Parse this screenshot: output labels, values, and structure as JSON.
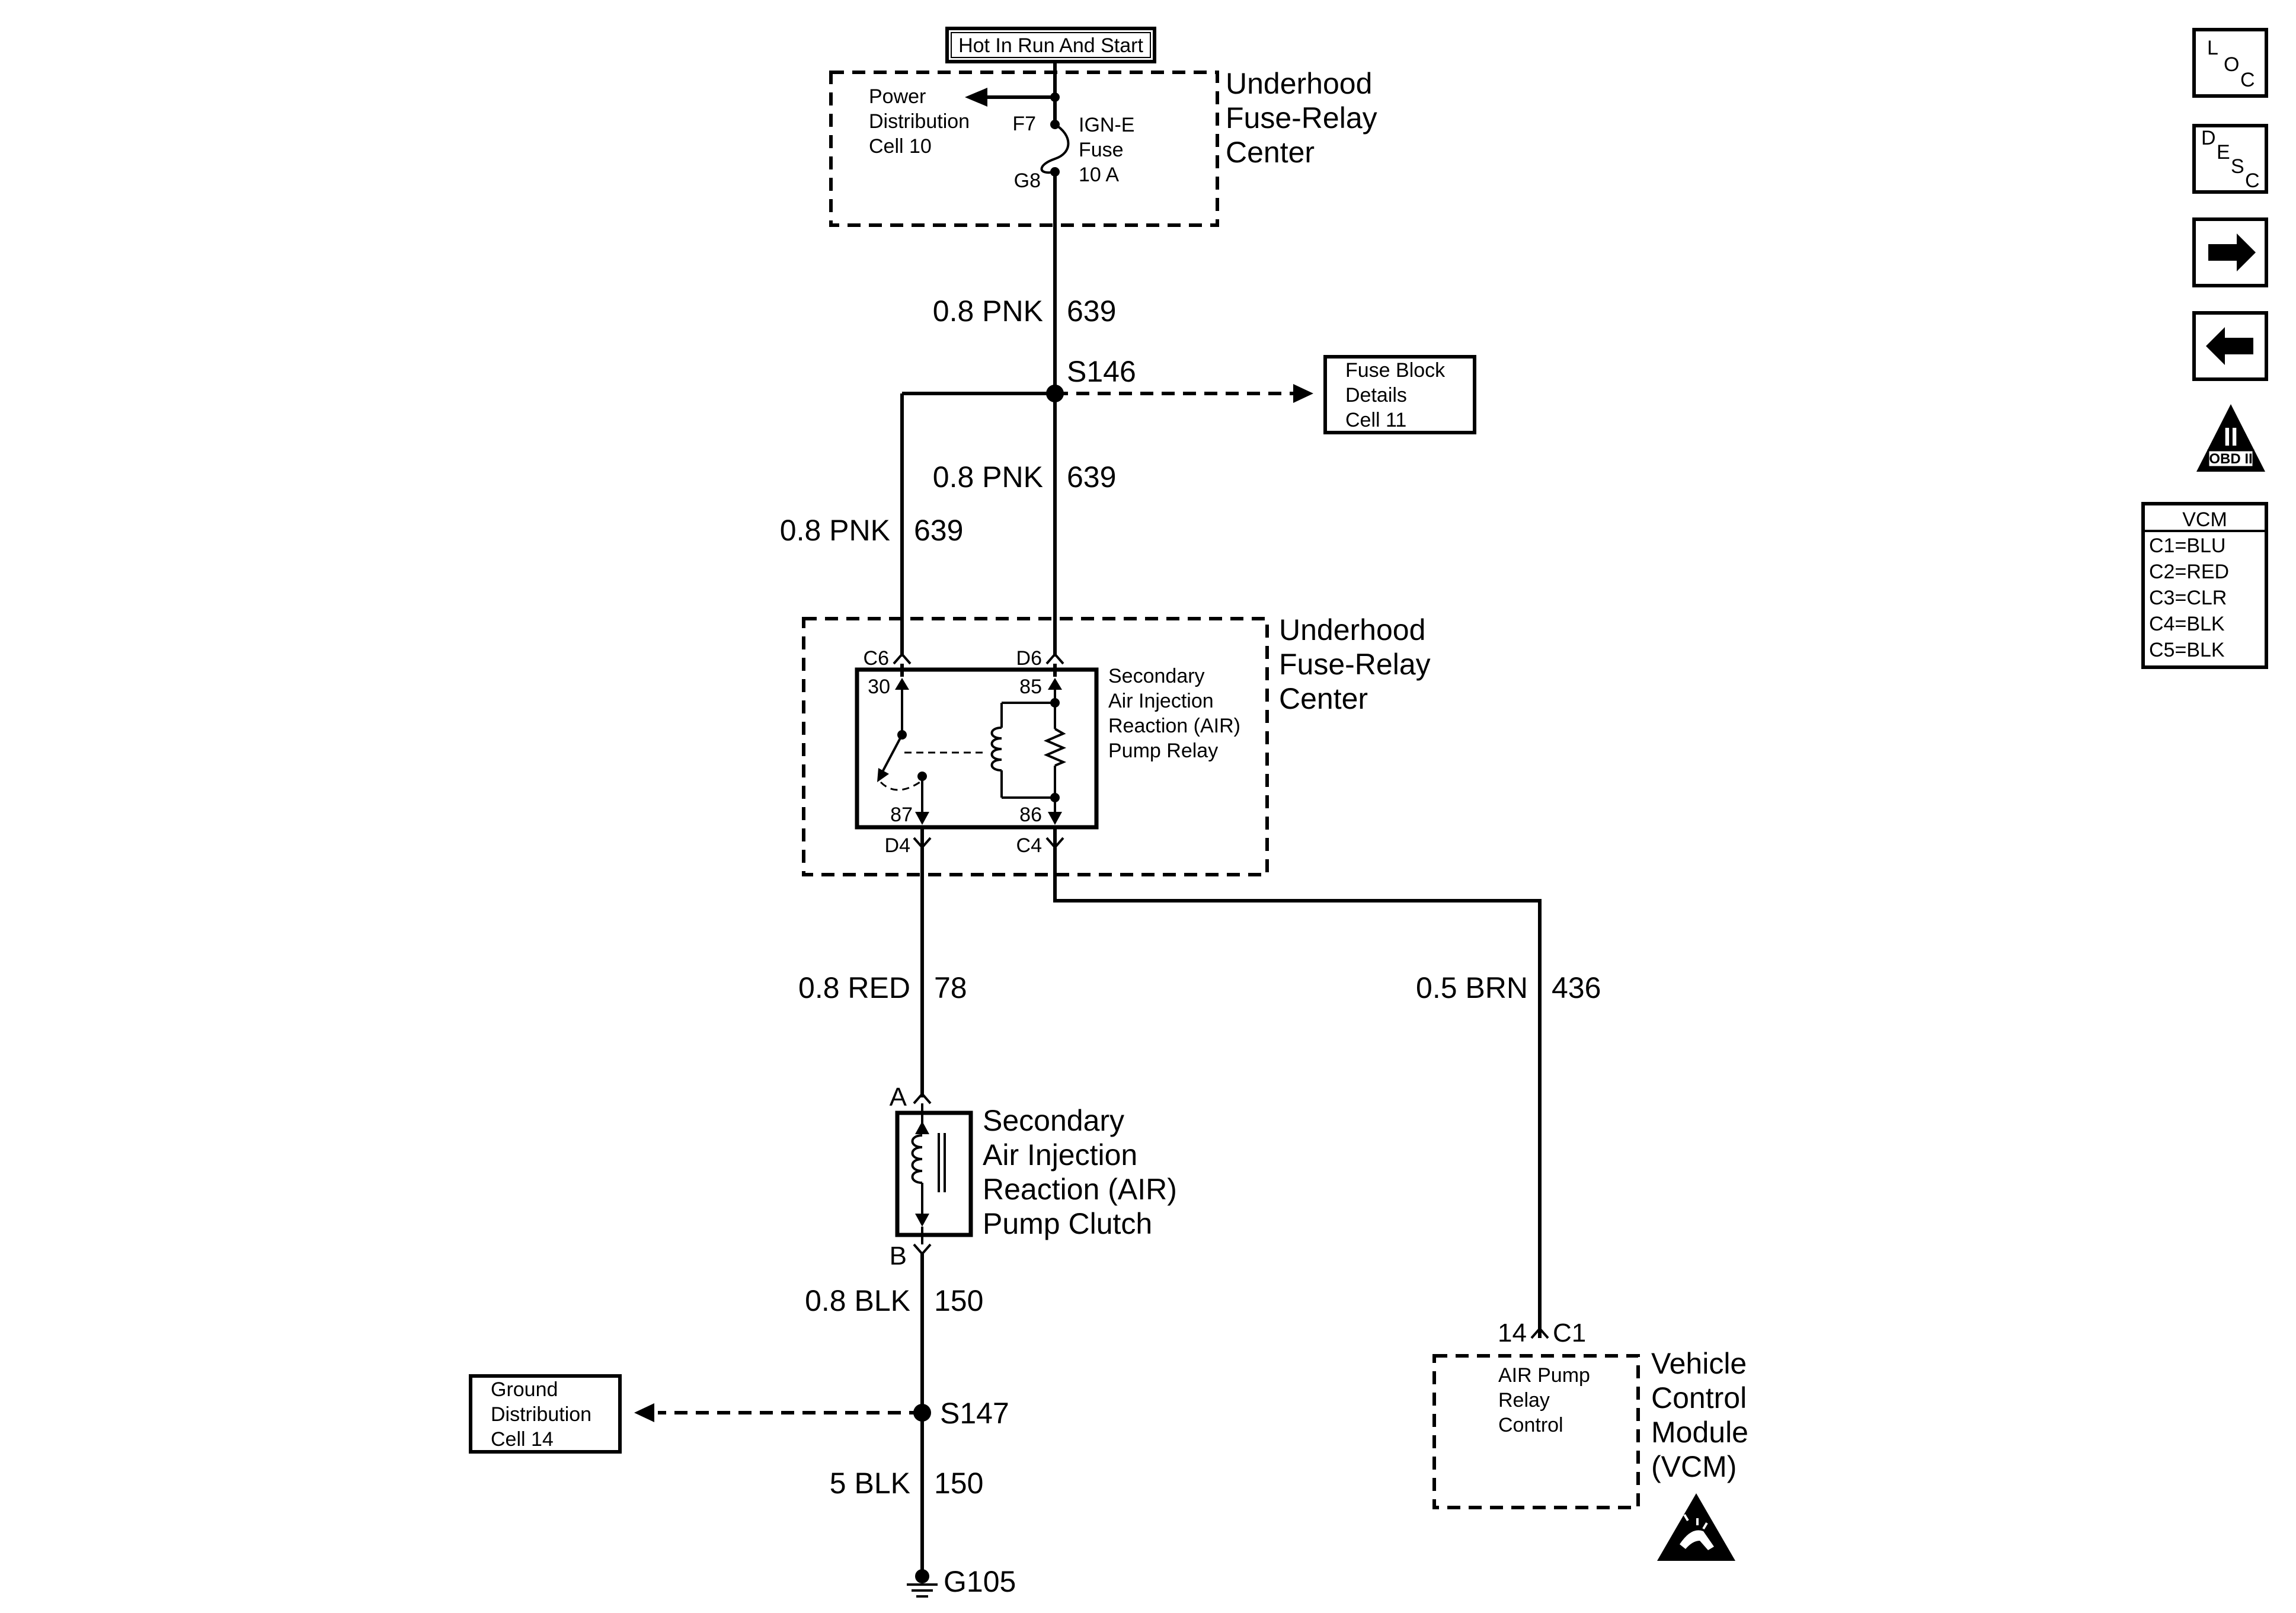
{
  "header": {
    "hot_label": "Hot In Run And Start"
  },
  "fuse_center_top": {
    "name": [
      "Underhood",
      "Fuse-Relay",
      "Center"
    ],
    "power_ref": [
      "Power",
      "Distribution",
      "Cell 10"
    ],
    "pin_in": "F7",
    "pin_out": "G8",
    "fuse": [
      "IGN-E",
      "Fuse",
      "10 A"
    ]
  },
  "wires": {
    "w1": {
      "gauge": "0.8 PNK",
      "circuit": "639"
    },
    "w2": {
      "gauge": "0.8 PNK",
      "circuit": "639"
    },
    "w3": {
      "gauge": "0.8 PNK",
      "circuit": "639"
    },
    "w4": {
      "gauge": "0.8 RED",
      "circuit": "78"
    },
    "w5": {
      "gauge": "0.5 BRN",
      "circuit": "436"
    },
    "w6": {
      "gauge": "0.8 BLK",
      "circuit": "150"
    },
    "w7": {
      "gauge": "5 BLK",
      "circuit": "150"
    }
  },
  "splices": {
    "s146": "S146",
    "s147": "S147"
  },
  "fuse_block_ref": [
    "Fuse Block",
    "Details",
    "Cell 11"
  ],
  "relay_center": {
    "name": [
      "Underhood",
      "Fuse-Relay",
      "Center"
    ],
    "connectors": {
      "c6": "C6",
      "d6": "D6",
      "d4": "D4",
      "c4": "C4"
    },
    "pins": {
      "p30": "30",
      "p85": "85",
      "p87": "87",
      "p86": "86"
    },
    "relay_name": [
      "Secondary",
      "Air Injection",
      "Reaction (AIR)",
      "Pump Relay"
    ]
  },
  "clutch": {
    "pin_a": "A",
    "pin_b": "B",
    "name": [
      "Secondary",
      "Air Injection",
      "Reaction (AIR)",
      "Pump Clutch"
    ]
  },
  "ground_ref": [
    "Ground",
    "Distribution",
    "Cell 14"
  ],
  "ground": "G105",
  "vcm": {
    "pin": "14",
    "connector": "C1",
    "function": [
      "AIR Pump",
      "Relay",
      "Control"
    ],
    "name": [
      "Vehicle",
      "Control",
      "Module",
      "(VCM)"
    ]
  },
  "nav": {
    "loc": [
      "L",
      "O",
      "C"
    ],
    "desc": [
      "D",
      "E",
      "S",
      "C"
    ],
    "obd": "OBD II",
    "obd_numeral": "II",
    "forward_icon": "arrow-right-icon",
    "back_icon": "arrow-left-icon"
  },
  "vcm_legend": {
    "title": "VCM",
    "items": [
      "C1=BLU",
      "C2=RED",
      "C3=CLR",
      "C4=BLK",
      "C5=BLK"
    ]
  }
}
